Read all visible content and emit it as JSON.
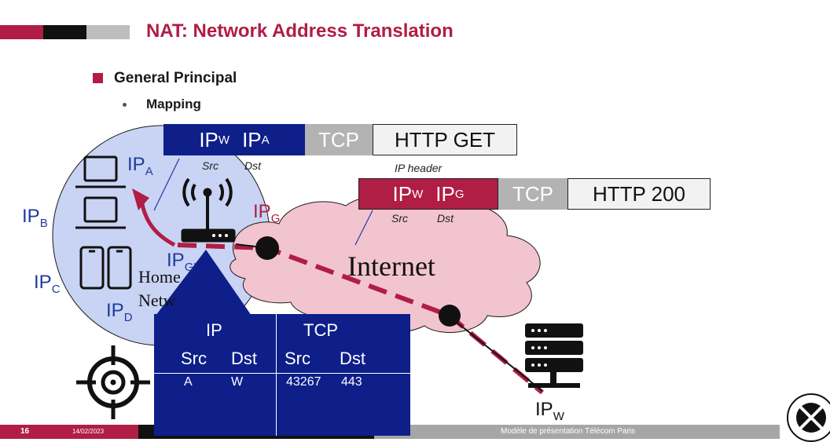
{
  "slide": {
    "title": "NAT: Network Address Translation",
    "bullet1": "General Principal",
    "bullet2": "Mapping"
  },
  "home": {
    "ip_a": "IP",
    "ip_a_sub": "A",
    "ip_b": "IP",
    "ip_b_sub": "B",
    "ip_c": "IP",
    "ip_c_sub": "C",
    "ip_d": "IP",
    "ip_d_sub": "D",
    "ip_gp": "IP",
    "ip_gp_sub": "G'",
    "ip_g": "IP",
    "ip_g_sub": "G",
    "label_line1": "Home",
    "label_line2": "Netw"
  },
  "packet_out": {
    "src_ip": "IP",
    "src_sub": "W",
    "dst_ip": "IP",
    "dst_sub": "A",
    "src_label": "Src",
    "dst_label": "Dst",
    "tcp": "TCP",
    "payload": "HTTP GET",
    "header_note": "IP header"
  },
  "packet_in": {
    "src_ip": "IP",
    "src_sub": "W",
    "dst_ip": "IP",
    "dst_sub": "G",
    "src_label": "Src",
    "dst_label": "Dst",
    "tcp": "TCP",
    "payload": "HTTP 200"
  },
  "internet": {
    "label": "Internet"
  },
  "server": {
    "ip": "IP",
    "ip_sub": "W"
  },
  "mapping_table": {
    "ip_header": "IP",
    "tcp_header": "TCP",
    "src": "Src",
    "dst": "Dst",
    "tcp_src": "Src",
    "tcp_dst": "Dst",
    "row_ip_src": "A",
    "row_ip_dst": "W",
    "row_tcp_src": "43267",
    "row_tcp_dst": "443"
  },
  "footer": {
    "page": "16",
    "date": "14/02/2023",
    "template": "Modèle de présentation Télécom Paris"
  },
  "colors": {
    "brand": "#b01d45",
    "navy": "#0e1f8a",
    "bubble": "#c9d3f4",
    "cloud": "#f2c4d0",
    "tcp_gray": "#b3b3b3"
  }
}
